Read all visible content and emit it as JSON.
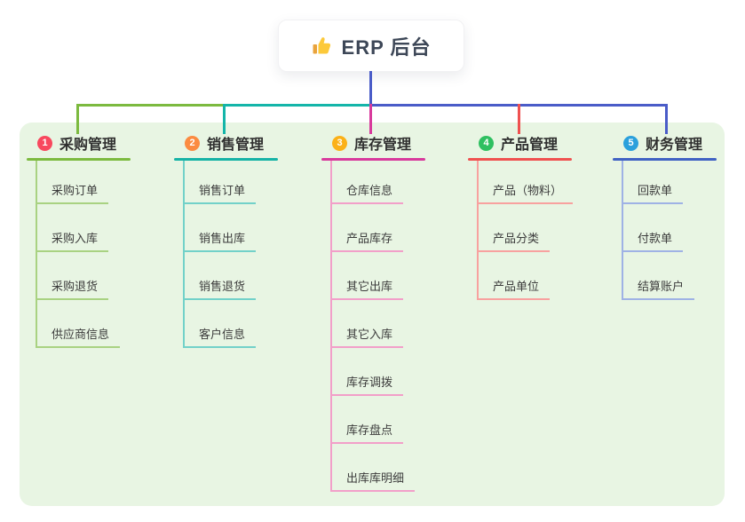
{
  "root": {
    "label": "ERP 后台",
    "icon": "thumbs-up"
  },
  "branches": [
    {
      "num": "1",
      "label": "采购管理",
      "badge_color": "#f8485e",
      "line_color": "#7cba3f",
      "child_line_color": "#a9d282",
      "children": [
        "采购订单",
        "采购入库",
        "采购退货",
        "供应商信息"
      ]
    },
    {
      "num": "2",
      "label": "销售管理",
      "badge_color": "#fb8b41",
      "line_color": "#16b3a6",
      "child_line_color": "#72d1c9",
      "children": [
        "销售订单",
        "销售出库",
        "销售退货",
        "客户信息"
      ]
    },
    {
      "num": "3",
      "label": "库存管理",
      "badge_color": "#fbb118",
      "line_color": "#d83a9c",
      "child_line_color": "#f29fc9",
      "children": [
        "仓库信息",
        "产品库存",
        "其它出库",
        "其它入库",
        "库存调拨",
        "库存盘点",
        "出库库明细"
      ]
    },
    {
      "num": "4",
      "label": "产品管理",
      "badge_color": "#2fc061",
      "line_color": "#ef5150",
      "child_line_color": "#f8a19f",
      "children": [
        "产品（物料）",
        "产品分类",
        "产品单位"
      ]
    },
    {
      "num": "5",
      "label": "财务管理",
      "badge_color": "#2aa0dc",
      "line_color": "#4062c3",
      "child_line_color": "#9fb2e5",
      "children": [
        "回款单",
        "付款单",
        "结算账户"
      ]
    }
  ],
  "connectors": {
    "root_color": "#4a5cc8",
    "green": "#7cba3f",
    "teal": "#14b5a9",
    "blue": "#4a5cc8",
    "pink": "#d83a9c",
    "red": "#ef5150"
  },
  "panel_color": "#e8f5e3"
}
